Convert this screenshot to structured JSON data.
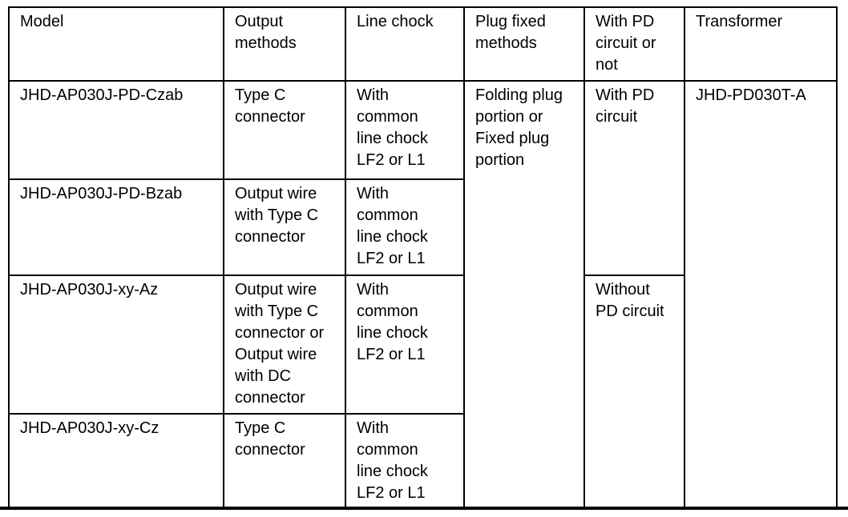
{
  "table": {
    "headers": [
      "Model",
      "Output methods",
      "Line chock",
      "Plug fixed methods",
      "With PD circuit or not",
      "Transformer"
    ],
    "rows": [
      {
        "model": "JHD-AP030J-PD-Czab",
        "output_method": "Type C connector",
        "line_chock": "With common line chock LF2 or L1"
      },
      {
        "model": "JHD-AP030J-PD-Bzab",
        "output_method": "Output wire with Type C connector",
        "line_chock": "With common line chock LF2 or L1"
      },
      {
        "model": "JHD-AP030J-xy-Az",
        "output_method": "Output wire with Type C connector or Output wire with DC connector",
        "line_chock": "With common line chock LF2 or L1"
      },
      {
        "model": "JHD-AP030J-xy-Cz",
        "output_method": "Type C connector",
        "line_chock": "With common line chock LF2 or L1"
      }
    ],
    "plug_fixed_method": "Folding plug portion or Fixed plug portion",
    "pd_circuit": {
      "rows_1_2": "With PD circuit",
      "rows_3_4": "Without PD circuit"
    },
    "transformer": "JHD-PD030T-A"
  },
  "colors": {
    "border": "#000000",
    "text": "#000000",
    "background": "#ffffff"
  }
}
